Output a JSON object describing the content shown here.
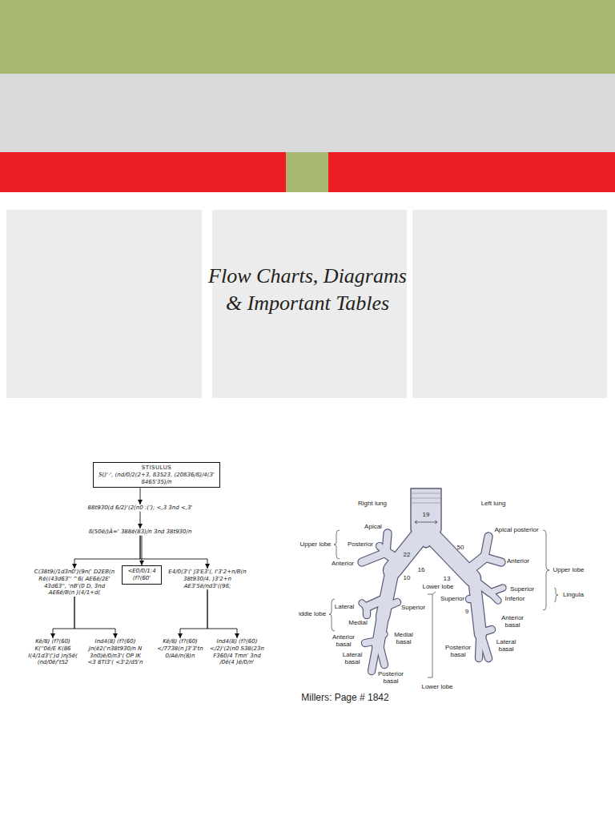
{
  "diagram": {
    "title": "Flow Charts, Diagrams & Important Tables",
    "nodes": [
      {
        "text": [
          "STISULUS",
          "S()'·', (nd/0/2(2+3, ß3523, (20ß36/ß)/4(3' ß465'35)/n"
        ]
      },
      {
        "text": [
          "88t930(d 6/2)'(2(n0 :(’); <,3 3nd <,3'"
        ]
      },
      {
        "text": [
          "ß(50ë/)Ã=' 388ë(83)/n 3nd 38t930/n"
        ]
      },
      {
        "text": [
          "C(38t9(/1d3n0')(9n(' D2EB(n Rë((43d63'' ^6( AE6ë/2E' 43d63'', 'nB'(0 D, 3nd AE6ë/B(n )(4/1+d("
        ]
      },
      {
        "text": [
          "<E0/0/1:4 (f?(60'"
        ]
      },
      {
        "text": [
          "E4/0(3'(' J3'E3'(, I'3'2+n/B(n 38t930/4, )3'2+n AE3'5ë/nd3'((9ß;"
        ]
      },
      {
        "text": [
          "Kë/8) (f?(60) K(''0ë/E K(86 I(4/1d3'(')d )nj5ë( (nd/0ë/'t52"
        ]
      },
      {
        "text": [
          "Ind4(8) (f?(60) Jn(ë2('n38t930/n N 3n0)ë/0/n3'( OP IK <3 8TI3'( <3'2/d5'n"
        ]
      },
      {
        "text": [
          "Kë/8) (f?(60) </7738(n J3'3'tn 0/Aë/n(8)n"
        ]
      },
      {
        "text": [
          "Ind4(8) (f?(60) </2)'(2(n0 S38(23n F360/4 Tmn' 3nd /0ë(4 )ë/0/n'"
        ]
      }
    ],
    "edges": [
      {
        "from": 0,
        "to": 1,
        "arrow": "to"
      },
      {
        "from": 1,
        "to": 2,
        "arrow": "to"
      },
      {
        "from": 2,
        "to": 3,
        "arrow": "to"
      },
      {
        "from": 2,
        "to": 4,
        "arrow": "to"
      },
      {
        "from": 2,
        "to": 5,
        "arrow": "to"
      },
      {
        "from": 3,
        "to": 6,
        "arrow": "to"
      },
      {
        "from": 3,
        "to": 7,
        "arrow": "to"
      },
      {
        "from": 5,
        "to": 8,
        "arrow": "to"
      },
      {
        "from": 5,
        "to": 9,
        "arrow": "to"
      }
    ],
    "labels": [
      "Right lung",
      "Left lung",
      "19",
      "Apical",
      "Posterior",
      "22",
      "Upper lobe",
      "Anterior",
      "10",
      "16",
      "50",
      "13",
      "Apical posterior",
      "Anterior",
      "Upper lobe",
      "Lower lobe",
      "Superior",
      "Lingula",
      "Superior",
      "9",
      "Inferior",
      "Lateral",
      "Superior",
      "iddle lobe",
      "Medial",
      "Anterior basal",
      "Medial basal",
      "Lateral basal",
      "Posterior basal",
      "Anterior basal",
      "Posterior basal",
      "Lateral basal",
      "Lower lobe",
      "Millers: Page # 1842"
    ]
  }
}
